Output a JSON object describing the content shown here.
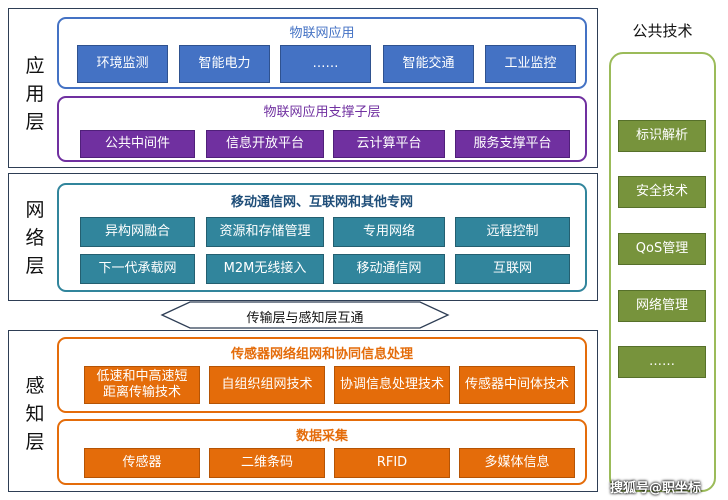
{
  "app_layer": {
    "label_chars": [
      "应",
      "用",
      "层"
    ],
    "iot_app": {
      "title": "物联网应用",
      "items": [
        "环境监测",
        "智能电力",
        "……",
        "智能交通",
        "工业监控"
      ]
    },
    "support": {
      "title": "物联网应用支撑子层",
      "items": [
        "公共中间件",
        "信息开放平台",
        "云计算平台",
        "服务支撑平台"
      ]
    }
  },
  "network_layer": {
    "label_chars": [
      "网",
      "络",
      "层"
    ],
    "group": {
      "title": "移动通信网、互联网和其他专网",
      "items": [
        "异构网融合",
        "资源和存储管理",
        "专用网络",
        "远程控制",
        "下一代承载网",
        "M2M无线接入",
        "移动通信网",
        "互联网"
      ]
    }
  },
  "interconnect": {
    "label": "传输层与感知层互通"
  },
  "perception_layer": {
    "label_chars": [
      "感",
      "知",
      "层"
    ],
    "network": {
      "title": "传感器网络组网和协同信息处理",
      "items": [
        "低速和中高速短距离传输技术",
        "自组织组网技术",
        "协调信息处理技术",
        "传感器中间体技术"
      ]
    },
    "collection": {
      "title": "数据采集",
      "items": [
        "传感器",
        "二维条码",
        "RFID",
        "多媒体信息"
      ]
    }
  },
  "common_tech": {
    "title": "公共技术",
    "items": [
      "标识解析",
      "安全技术",
      "QoS管理",
      "网络管理",
      "……"
    ]
  },
  "watermark": "搜狐号@职坐标",
  "colors": {
    "app_blue": "#4472c4",
    "support_purple": "#7030a0",
    "network_teal": "#31859c",
    "perception_orange": "#e46c0a",
    "common_green": "#77933c"
  }
}
